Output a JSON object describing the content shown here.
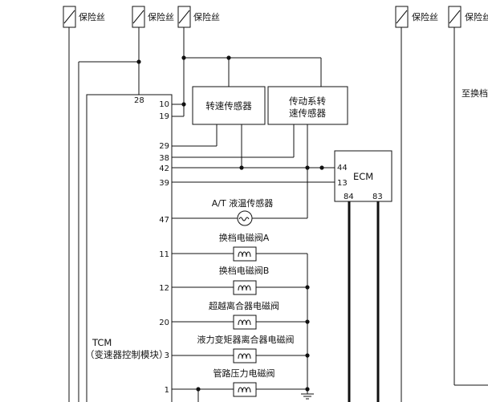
{
  "fuses": {
    "f1": "保险丝",
    "f2": "保险丝",
    "f3": "保险丝",
    "f4": "保险丝",
    "f5": "保险丝"
  },
  "right_label": "至换档",
  "tcm": {
    "pin_28": "28",
    "pin_10": "10",
    "pin_19": "19",
    "pin_29": "29",
    "pin_38": "38",
    "pin_42": "42",
    "pin_39": "39",
    "pin_47": "47",
    "pin_11": "11",
    "pin_12": "12",
    "pin_20": "20",
    "pin_3": "3",
    "pin_1": "1",
    "name": "TCM",
    "desc": "（变速器控制模块）"
  },
  "sensors": {
    "speed": "转速传感器",
    "driveline_1": "传动系转",
    "driveline_2": "速传感器"
  },
  "ecm": {
    "name": "ECM",
    "pin_44": "44",
    "pin_13": "13",
    "pin_84": "84",
    "pin_83": "83"
  },
  "components": {
    "fluid_temp": "A/T 液温传感器",
    "shift_a": "换档电磁阀A",
    "shift_b": "换档电磁阀B",
    "overrun": "超越离合器电磁阀",
    "tcc": "液力变矩器离合器电磁阀",
    "line_pressure": "管路压力电磁阀"
  }
}
